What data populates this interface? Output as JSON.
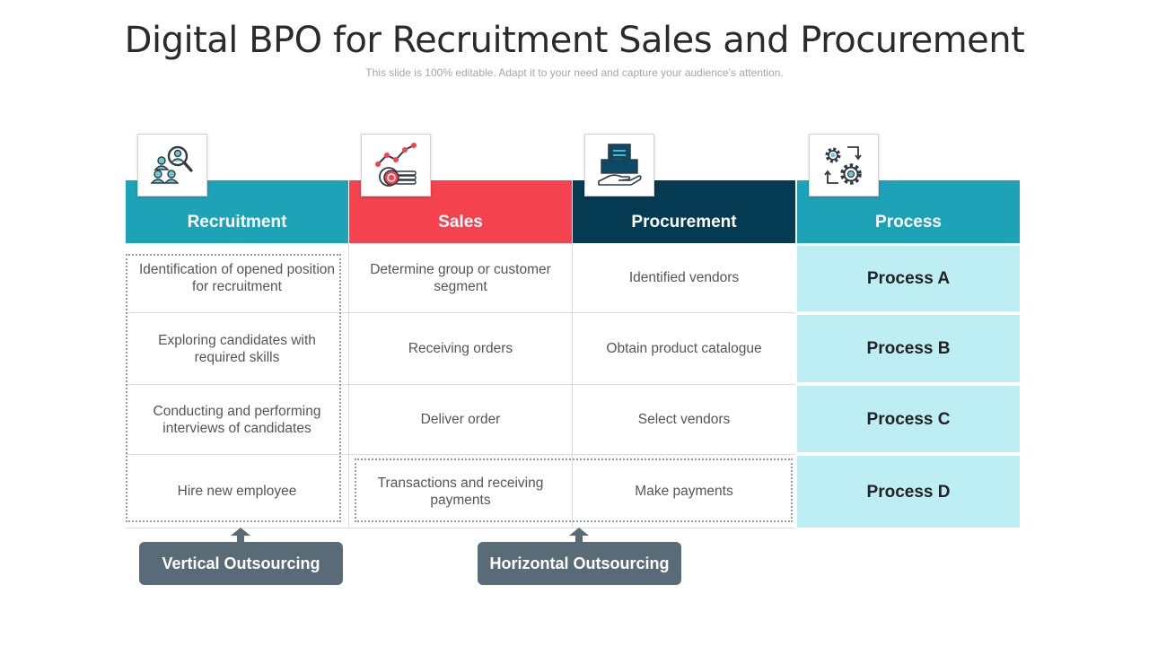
{
  "slide": {
    "title": "Digital BPO for Recruitment Sales and Procurement",
    "subtitle": "This slide is 100% editable. Adapt it to your need and capture your audience’s attention."
  },
  "columns": [
    {
      "header": "Recruitment",
      "icon": "people-search-icon",
      "color": "#1ea2b8",
      "cells": [
        "Identification of opened position for recruitment",
        "Exploring candidates with required skills",
        "Conducting and performing interviews of candidates",
        "Hire new employee"
      ]
    },
    {
      "header": "Sales",
      "icon": "sales-growth-coins-icon",
      "color": "#f5424f",
      "cells": [
        "Determine group or customer segment",
        "Receiving orders",
        "Deliver order",
        "Transactions and receiving payments"
      ]
    },
    {
      "header": "Procurement",
      "icon": "document-hand-icon",
      "color": "#043a52",
      "cells": [
        "Identified vendors",
        "Obtain product catalogue",
        "Select vendors",
        "Make payments"
      ]
    },
    {
      "header": "Process",
      "icon": "gears-cycle-icon",
      "color": "#1ea2b8",
      "cells": [
        "Process A",
        "Process B",
        "Process C",
        "Process D"
      ]
    }
  ],
  "labels": {
    "vertical": "Vertical Outsourcing",
    "horizontal": "Horizontal Outsourcing"
  },
  "colors": {
    "process_fill": "#bdeef4",
    "pill": "#5a6b78"
  }
}
